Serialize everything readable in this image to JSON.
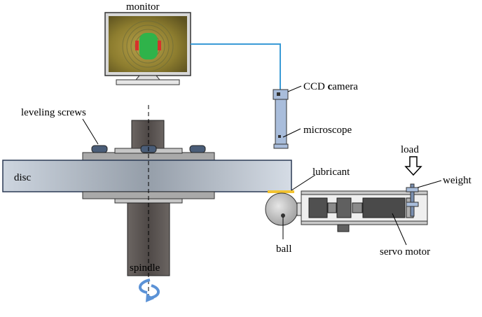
{
  "figure": {
    "labels": {
      "monitor": "monitor",
      "ccd_camera_prefix": "CCD ",
      "ccd_camera_bold": "c",
      "ccd_camera_suffix": "amera",
      "microscope": "microscope",
      "leveling_screws": "leveling screws",
      "disc": "disc",
      "lubricant": "lubricant",
      "load": "load",
      "weight": "weight",
      "ball": "ball",
      "servo_motor": "servo motor",
      "spindle": "spindle"
    },
    "colors": {
      "disc_edge": "#c9d1dc",
      "disc_center": "#9aa2ad",
      "disc_stroke": "#2b3a55",
      "hub_gray": "#a9a9a9",
      "spindle_dark": "#605a57",
      "camera_blue": "#a9bddb",
      "cable_blue": "#3a9bd6",
      "screen_olive": "#8a7a2a",
      "screen_green": "#2fb34a",
      "screen_red": "#d6322b",
      "lubricant_yellow": "#f2c330",
      "rotation_arrow": "#5b92d6"
    }
  }
}
